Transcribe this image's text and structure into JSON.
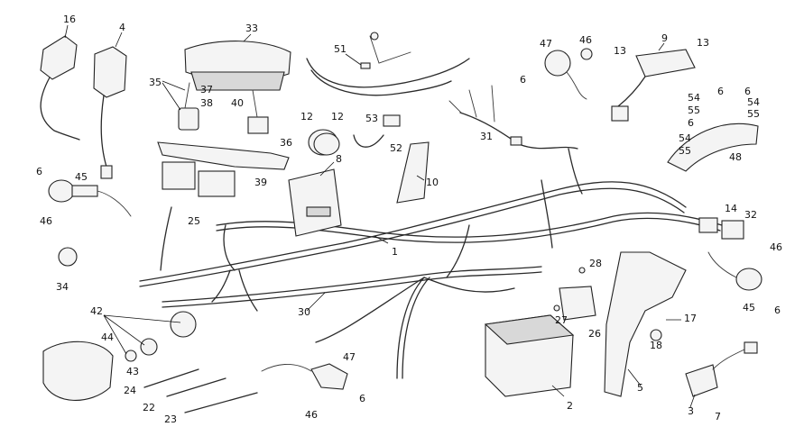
{
  "callouts": [
    {
      "id": "16",
      "label": "16"
    },
    {
      "id": "4",
      "label": "4"
    },
    {
      "id": "33",
      "label": "33"
    },
    {
      "id": "35",
      "label": "35"
    },
    {
      "id": "37",
      "label": "37"
    },
    {
      "id": "38",
      "label": "38"
    },
    {
      "id": "40",
      "label": "40"
    },
    {
      "id": "51",
      "label": "51"
    },
    {
      "id": "47a",
      "label": "47"
    },
    {
      "id": "46a",
      "label": "46"
    },
    {
      "id": "6a",
      "label": "6"
    },
    {
      "id": "13a",
      "label": "13"
    },
    {
      "id": "9",
      "label": "9"
    },
    {
      "id": "13b",
      "label": "13"
    },
    {
      "id": "54a",
      "label": "54"
    },
    {
      "id": "6b",
      "label": "6"
    },
    {
      "id": "6c",
      "label": "6"
    },
    {
      "id": "54b",
      "label": "54"
    },
    {
      "id": "55a",
      "label": "55"
    },
    {
      "id": "55b",
      "label": "55"
    },
    {
      "id": "6d",
      "label": "6"
    },
    {
      "id": "54c",
      "label": "54"
    },
    {
      "id": "55c",
      "label": "55"
    },
    {
      "id": "48",
      "label": "48"
    },
    {
      "id": "12a",
      "label": "12"
    },
    {
      "id": "12b",
      "label": "12"
    },
    {
      "id": "53",
      "label": "53"
    },
    {
      "id": "52",
      "label": "52"
    },
    {
      "id": "31",
      "label": "31"
    },
    {
      "id": "36",
      "label": "36"
    },
    {
      "id": "8",
      "label": "8"
    },
    {
      "id": "10",
      "label": "10"
    },
    {
      "id": "39",
      "label": "39"
    },
    {
      "id": "6e",
      "label": "6"
    },
    {
      "id": "45a",
      "label": "45"
    },
    {
      "id": "46b",
      "label": "46"
    },
    {
      "id": "25",
      "label": "25"
    },
    {
      "id": "1",
      "label": "1"
    },
    {
      "id": "14",
      "label": "14"
    },
    {
      "id": "32",
      "label": "32"
    },
    {
      "id": "46c",
      "label": "46"
    },
    {
      "id": "34",
      "label": "34"
    },
    {
      "id": "28",
      "label": "28"
    },
    {
      "id": "30",
      "label": "30"
    },
    {
      "id": "45b",
      "label": "45"
    },
    {
      "id": "6f",
      "label": "6"
    },
    {
      "id": "42",
      "label": "42"
    },
    {
      "id": "27",
      "label": "27"
    },
    {
      "id": "17",
      "label": "17"
    },
    {
      "id": "44",
      "label": "44"
    },
    {
      "id": "26",
      "label": "26"
    },
    {
      "id": "18",
      "label": "18"
    },
    {
      "id": "43",
      "label": "43"
    },
    {
      "id": "47b",
      "label": "47"
    },
    {
      "id": "24",
      "label": "24"
    },
    {
      "id": "5",
      "label": "5"
    },
    {
      "id": "6g",
      "label": "6"
    },
    {
      "id": "2",
      "label": "2"
    },
    {
      "id": "22",
      "label": "22"
    },
    {
      "id": "46d",
      "label": "46"
    },
    {
      "id": "23",
      "label": "23"
    },
    {
      "id": "3",
      "label": "3"
    },
    {
      "id": "7",
      "label": "7"
    }
  ]
}
